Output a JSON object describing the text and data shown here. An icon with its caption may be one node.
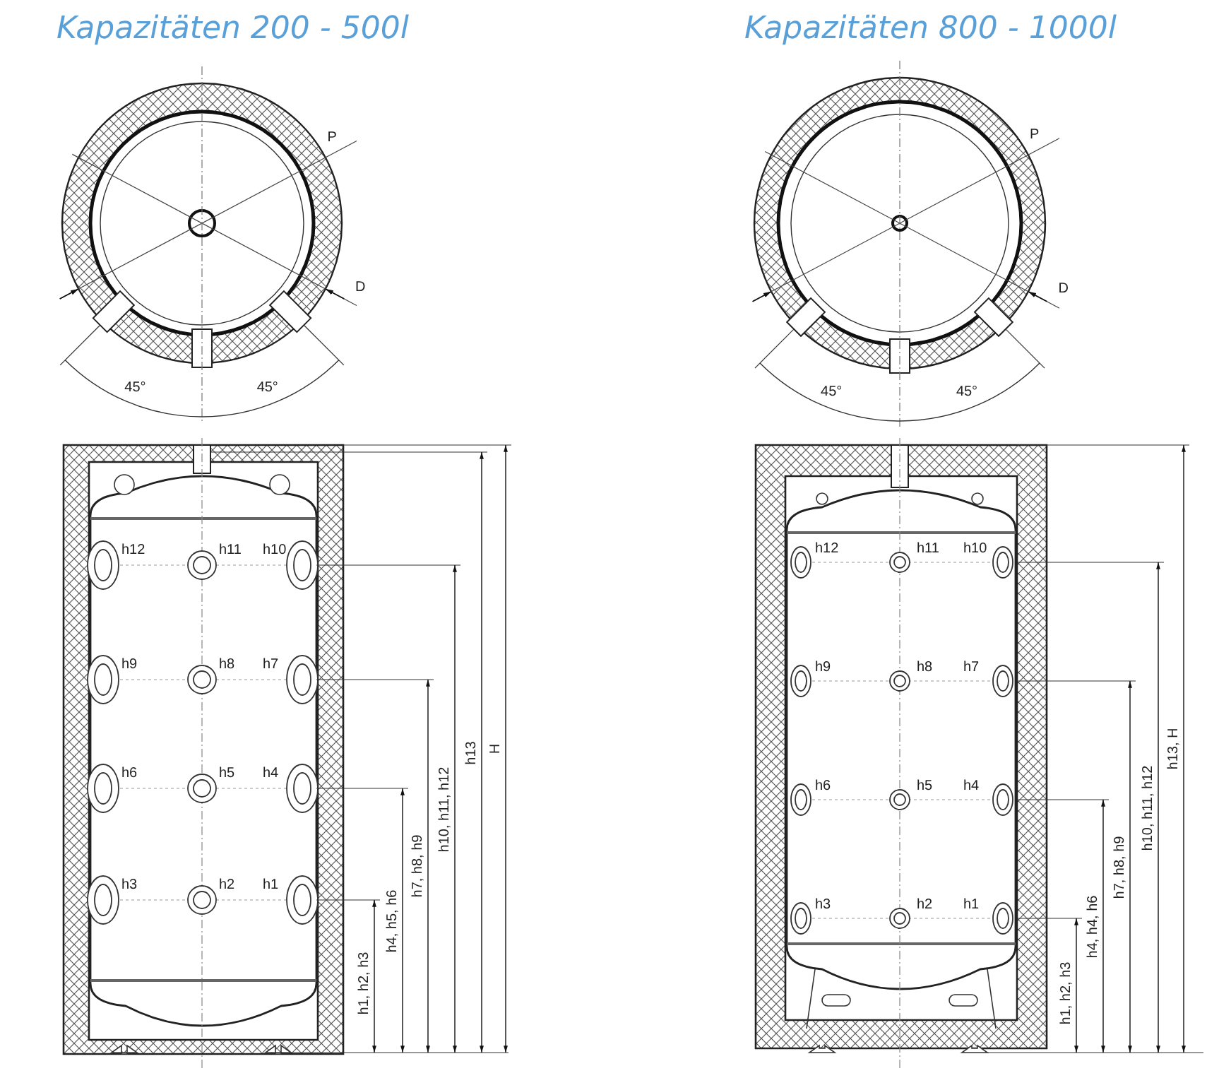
{
  "diagram": {
    "labels": [
      "Kapazitäten 200 - 500l",
      "Kapazitäten 800 - 1000l",
      "P",
      "D",
      "45°",
      "45°",
      "P",
      "D",
      "45°",
      "45°",
      "h12",
      "h11",
      "h10",
      "h9",
      "h8",
      "h7",
      "h6",
      "h5",
      "h4",
      "h3",
      "h2",
      "h1",
      "h1, h2, h3",
      "h4, h5, h6",
      "h7, h8, h9",
      "h10, h11, h12",
      "h13",
      "H",
      "h12",
      "h11",
      "h10",
      "h9",
      "h8",
      "h7",
      "h6",
      "h5",
      "h4",
      "h3",
      "h2",
      "h1",
      "h1, h2, h3",
      "h4, h4, h6",
      "h7, h8, h9",
      "h10, h11, h12",
      "h13, H"
    ]
  }
}
